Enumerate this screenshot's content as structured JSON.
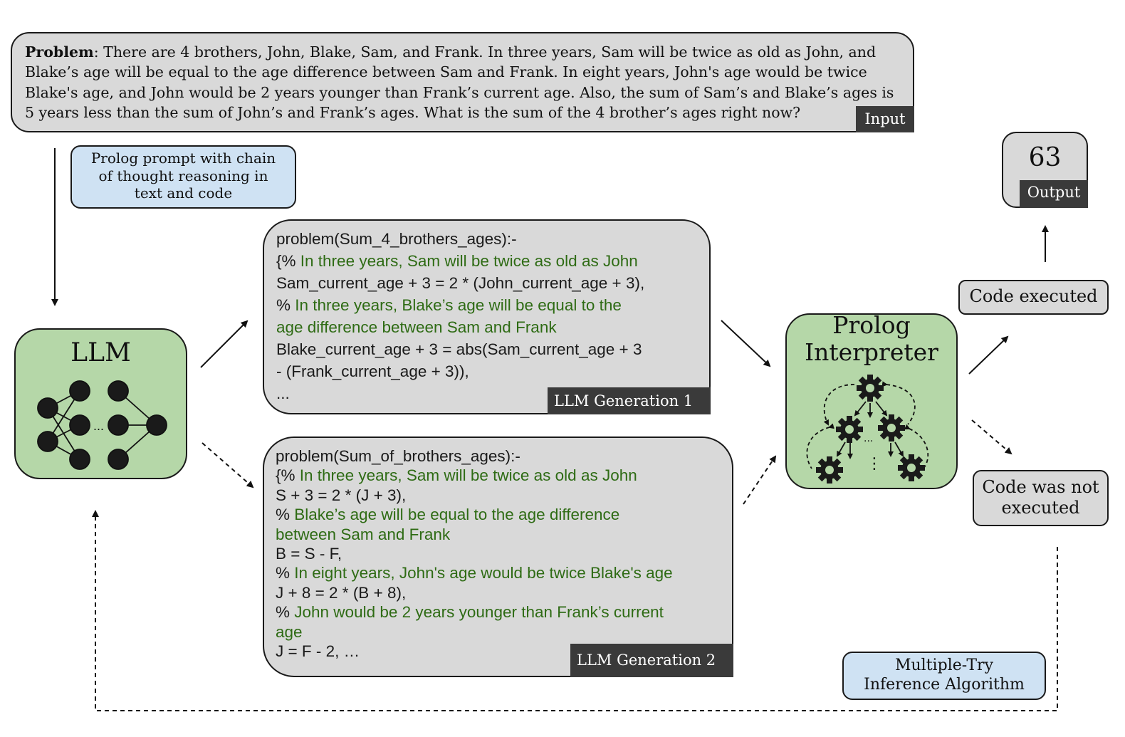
{
  "problem": {
    "label": "Problem",
    "text": ": There are 4 brothers, John, Blake, Sam, and Frank. In three years, Sam will be twice as old as John, and Blake’s age will be equal to the age difference between Sam and Frank. In eight years, John's age would be twice Blake's age, and John would be 2 years younger than Frank’s current age. Also, the sum of Sam’s and Blake’s ages is 5 years less than the sum of John’s and Frank’s ages. What is the sum of the 4 brother’s ages right now?",
    "tag": "Input"
  },
  "prompt_note": "Prolog prompt with chain of thought reasoning in text and code",
  "llm": {
    "title": "LLM",
    "dots": "..."
  },
  "generation1": {
    "tag": "LLM Generation 1",
    "lines": [
      {
        "t": "problem(Sum_4_brothers_ages):-",
        "comment": false
      },
      {
        "t": "{% In three years, Sam will be twice as old as John",
        "comment": true
      },
      {
        "t": "Sam_current_age + 3 = 2 * (John_current_age + 3),",
        "comment": false
      },
      {
        "t": "% In three years, Blake’s age will be equal to the",
        "comment": true
      },
      {
        "t": "age difference between Sam and Frank",
        "comment": true
      },
      {
        "t": "Blake_current_age + 3 = abs(Sam_current_age + 3",
        "comment": false
      },
      {
        "t": "- (Frank_current_age + 3)),",
        "comment": false
      },
      {
        "t": "...",
        "comment": false
      }
    ]
  },
  "generation2": {
    "tag": "LLM Generation 2",
    "lines": [
      {
        "t": "problem(Sum_of_brothers_ages):-",
        "comment": false
      },
      {
        "t": "{% In three years, Sam will be twice as old as John",
        "comment": true
      },
      {
        "t": "S + 3 = 2 * (J + 3),",
        "comment": false
      },
      {
        "t": "% Blake’s age will be equal to the age difference",
        "comment": true
      },
      {
        "t": "between Sam and Frank",
        "comment": true
      },
      {
        "t": "B = S - F,",
        "comment": false
      },
      {
        "t": "% In eight years, John's age would be twice Blake's age",
        "comment": true
      },
      {
        "t": "J + 8 = 2 * (B + 8),",
        "comment": false
      },
      {
        "t": "% John would be 2 years younger than Frank’s current",
        "comment": true
      },
      {
        "t": "age",
        "comment": true
      },
      {
        "t": "J = F - 2, …",
        "comment": false
      }
    ]
  },
  "interpreter": {
    "title_line1": "Prolog",
    "title_line2": "Interpreter",
    "dots_h": "...",
    "dots_v": "⋮"
  },
  "code_executed": "Code executed",
  "code_not_executed": {
    "line1": "Code was not",
    "line2": "executed"
  },
  "output": {
    "value": "63",
    "tag": "Output"
  },
  "algorithm_note": {
    "line1": "Multiple-Try",
    "line2": "Inference Algorithm"
  },
  "colors": {
    "box_gray": "#d9d9d9",
    "box_green": "#b5d7a8",
    "box_blue": "#cfe2f3",
    "tag_dark": "#3a3a3a",
    "comment_green": "#2e6b14"
  }
}
